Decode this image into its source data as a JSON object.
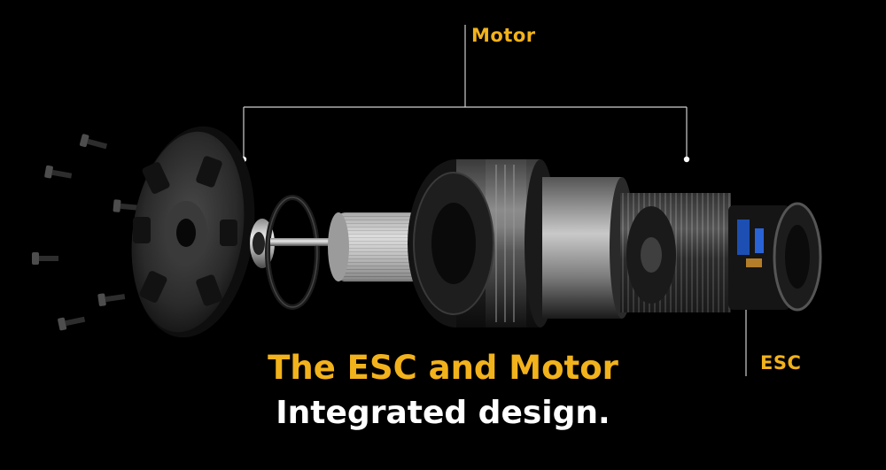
{
  "callouts": {
    "motor_label": "Motor",
    "esc_label": "ESC"
  },
  "headline": {
    "line1": "The ESC and Motor",
    "line2": "Integrated design."
  },
  "colors": {
    "accent": "#f2b21b",
    "text": "#ffffff",
    "background": "#000000"
  }
}
